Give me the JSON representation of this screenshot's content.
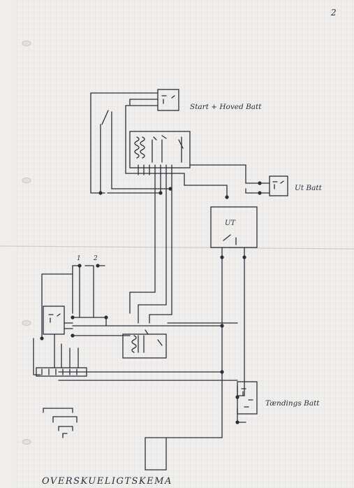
{
  "page_number": "2",
  "labels": {
    "start_hoved_batt": "Start + Hoved Batt",
    "ut_batt": "Ut Batt",
    "tandings_batt": "Tændings Batt",
    "ut_box": "UT",
    "switch_1": "1",
    "switch_2": "2"
  },
  "title": "OVERSKUELIGTSKEMA",
  "colors": {
    "paper": "#efeeec",
    "grid": "#d9d8d6",
    "ink": "#2d2d3a"
  }
}
